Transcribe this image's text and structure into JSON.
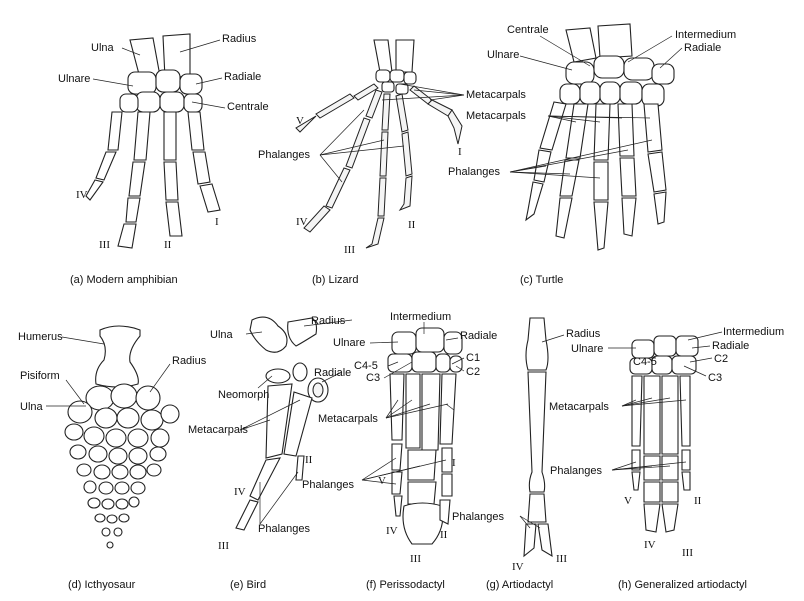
{
  "panels": [
    {
      "key": "a",
      "caption": "(a) Modern amphibian",
      "labels": [
        "Ulna",
        "Radius",
        "Ulnare",
        "Radiale",
        "Centrale"
      ],
      "digits": [
        "IV",
        "III",
        "II",
        "I"
      ]
    },
    {
      "key": "b",
      "caption": "(b) Lizard",
      "labels": [
        "Metacarpals",
        "Phalanges"
      ],
      "digits": [
        "V",
        "IV",
        "III",
        "II",
        "I"
      ]
    },
    {
      "key": "c",
      "caption": "(c) Turtle",
      "labels": [
        "Centrale",
        "Intermedium",
        "Ulnare",
        "Radiale",
        "Metacarpals",
        "Phalanges"
      ]
    },
    {
      "key": "d",
      "caption": "(d) Icthyosaur",
      "labels": [
        "Humerus",
        "Radius",
        "Pisiform",
        "Ulna"
      ]
    },
    {
      "key": "e",
      "caption": "(e) Bird",
      "labels": [
        "Ulna",
        "Radius",
        "Radiale",
        "Neomorph",
        "Metacarpals",
        "Phalanges"
      ],
      "digits": [
        "II",
        "IV",
        "III"
      ]
    },
    {
      "key": "f",
      "caption": "(f) Perissodactyl",
      "labels": [
        "Intermedium",
        "Ulnare",
        "Radiale",
        "C4-5",
        "C3",
        "C1",
        "C2",
        "Metacarpals",
        "Phalanges"
      ],
      "digits": [
        "V",
        "I",
        "IV",
        "II",
        "III"
      ]
    },
    {
      "key": "g",
      "caption": "(g) Artiodactyl",
      "labels": [
        "Radius",
        "Phalanges"
      ],
      "digits": [
        "IV",
        "III"
      ]
    },
    {
      "key": "h",
      "caption": "(h) Generalized artiodactyl",
      "labels": [
        "Intermedium",
        "Ulnare",
        "Radiale",
        "C4-5",
        "C2",
        "C3",
        "Metacarpals",
        "Phalanges"
      ],
      "digits": [
        "V",
        "II",
        "IV",
        "III"
      ]
    }
  ]
}
